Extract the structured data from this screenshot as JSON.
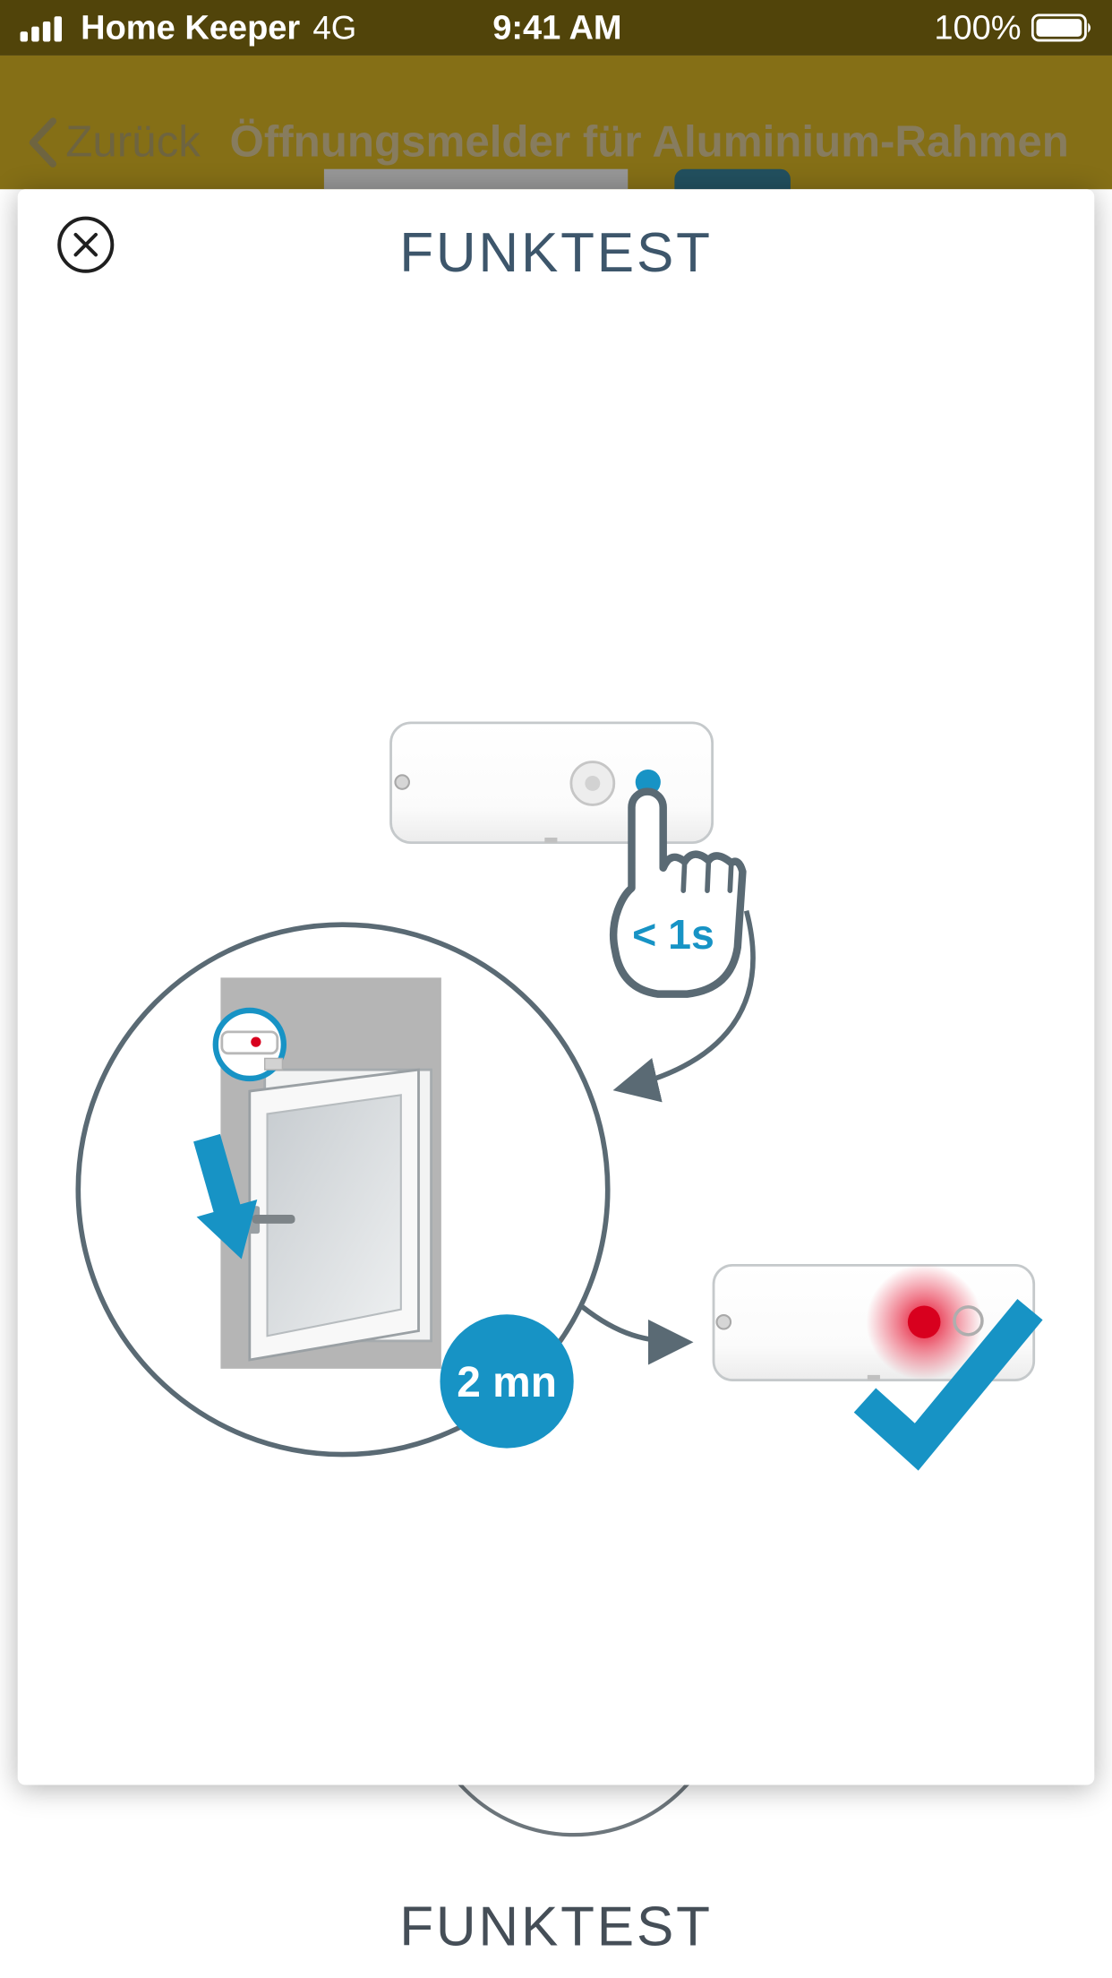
{
  "status_bar": {
    "carrier": "Home Keeper",
    "network": "4G",
    "time": "9:41 AM",
    "battery_level": "100%"
  },
  "nav_bar": {
    "back_label": "Zurück",
    "title": "Öffnungsmelder für Aluminium-Rahmen"
  },
  "popup": {
    "title": "FUNKTEST",
    "press_duration_label": "< 1s",
    "wait_duration_label": "2 mn"
  },
  "page_behind": {
    "section_title": "FUNKTEST"
  },
  "colors": {
    "accent_blue": "#1793c5",
    "slate_gray": "#5a6a74",
    "led_red": "#d8001e",
    "status_bar_bg": "#51440a",
    "nav_bar_bg": "#856f16",
    "popup_title_color": "#3d566b"
  }
}
